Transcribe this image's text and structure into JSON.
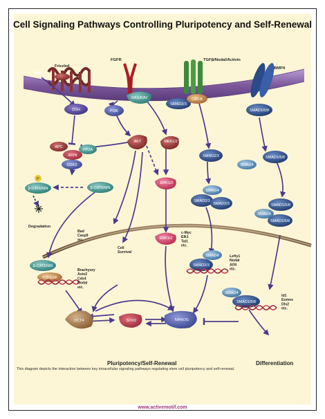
{
  "title": "Cell Signaling Pathways Controlling Pluripotency and Self-Renewal",
  "receptors": {
    "frizzled": "Frizzled",
    "fgfr": "FGFR",
    "tgfb": "TGFβ/Nodal/Activin",
    "bmp4": "BMP4"
  },
  "ligands": {
    "wnt": "Wnt"
  },
  "nodes": {
    "dsh": "DSH",
    "rasraf": "RAS/RAF",
    "pi3k": "PI3K",
    "smad23_mem": "SMAD2/3",
    "cata": "CAT-A",
    "smad158_mem": "SMAD1/5/8",
    "apc": "APC",
    "pp2a": "PP2A",
    "axin": "AXIN",
    "gsk3": "GSK3",
    "akt": "AKT",
    "mek12": "MEK1/2",
    "smad23_b": "SMAD2/3",
    "smad158_b": "SMAD1/5/8",
    "smad4_a": "SMAD4",
    "p": "P",
    "bcat_p": "β-CATENIN",
    "bcat": "β-CATENIN",
    "erk12_a": "ERK1/2",
    "smad4_c": "SMAD4",
    "smad23_c1": "SMAD2/3",
    "smad23_c2": "SMAD2/3",
    "smad158_c": "SMAD1/5/8",
    "smad4_d": "SMAD4",
    "smad158_d": "SMAD1/5/8",
    "erk12_b": "ERK1/2",
    "bcat_n": "β-CATENIN",
    "tcflef": "TCF/LEF",
    "smad4_e": "SMAD4",
    "smad23_e": "SMAD2/3",
    "smad4_f": "SMAD4",
    "smad158_f": "SMAD1/5/8",
    "oct4": "OCT4",
    "sox2": "SOX2",
    "nanog": "NANOG"
  },
  "labels": {
    "degradation": "Degradation",
    "bad": "Bad\nCasp9\netc.",
    "cell_survival": "Cell\nSurvival",
    "myc": "c-Myc\nElk1\nTal1\netc.",
    "wnt_targets": "Brachyury\nAxin2\nCdx4\nNodal\netc.",
    "nodal_targets": "Lefty1\nNodal\nAtf4\netc.",
    "bmp_targets": "Id1\nEomes\nDlx2\netc.",
    "pluripotency": "Pluripotency/Self-Renewal",
    "differentiation": "Differentiation"
  },
  "caption": "This diagram depicts the interaction between key intracellular signaling pathways regulating stem cell pluripotency and self-renewal.",
  "url": "www.activemotif.com",
  "colors": {
    "background": "#fdf6d6",
    "membrane": "#7e5a9c",
    "arrow": "#4b3a8c",
    "smad_blue": "#2f4f8a",
    "smad4": "#5b8fb8",
    "red_node": "#a63a3a",
    "pink_node": "#d6496f",
    "green_receptor": "#3c8a3c",
    "gold_node": "#c98a4a",
    "url": "#9b3a7a"
  }
}
